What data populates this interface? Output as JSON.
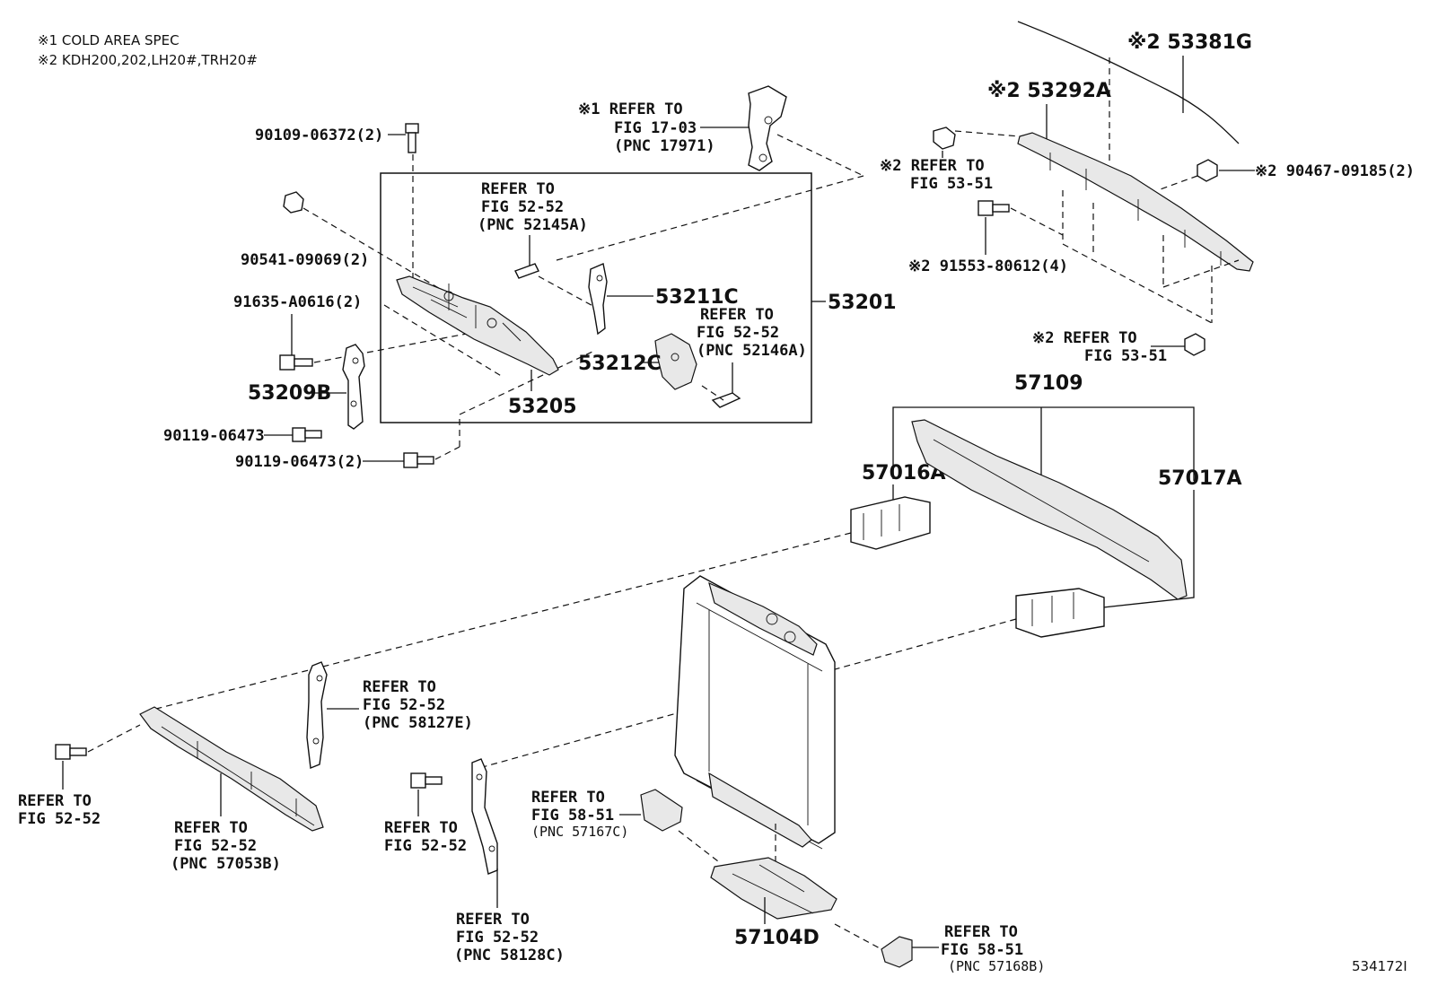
{
  "notes": {
    "n1": "※1  COLD AREA SPEC",
    "n2": "※2  KDH200,202,LH20#,TRH20#"
  },
  "labels": {
    "bolt_90109": "90109-06372(2)",
    "refer_17_03_a": "※1 REFER TO",
    "refer_17_03_b": "FIG 17-03",
    "refer_17_03_c": "(PNC 17971)",
    "refer_52145_a": "REFER TO",
    "refer_52145_b": "FIG 52-52",
    "refer_52145_c": "(PNC 52145A)",
    "nut_90541": "90541-09069(2)",
    "p53211c": "53211C",
    "p53201": "53201",
    "refer_52146_a": "REFER TO",
    "refer_52146_b": "FIG 52-52",
    "refer_52146_c": "(PNC 52146A)",
    "bolt_91635": "91635-A0616(2)",
    "p53212c": "53212C",
    "p53209b": "53209B",
    "p53205": "53205",
    "bolt_90119_a": "90119-06473",
    "bolt_90119_b": "90119-06473(2)",
    "p53381g": "※2 53381G",
    "p53292a": "※2 53292A",
    "refer_53_51_a1": "※2 REFER TO",
    "refer_53_51_a2": "FIG 53-51",
    "clip_90467": "※2 90467-09185(2)",
    "bolt_91553": "※2 91553-80612(4)",
    "refer_53_51_b1": "※2 REFER TO",
    "refer_53_51_b2": "FIG 53-51",
    "p57109": "57109",
    "p57016a": "57016A",
    "p57017a": "57017A",
    "refer_58127_a": "REFER TO",
    "refer_58127_b": "FIG 52-52",
    "refer_58127_c": "(PNC 58127E)",
    "refer_bolt_l_a": "REFER TO",
    "refer_bolt_l_b": "FIG 52-52",
    "refer_57053_a": "REFER TO",
    "refer_57053_b": "FIG 52-52",
    "refer_57053_c": "(PNC 57053B)",
    "refer_bolt_m_a": "REFER TO",
    "refer_bolt_m_b": "FIG 52-52",
    "refer_57167_a": "REFER TO",
    "refer_57167_b": "FIG 58-51",
    "refer_57167_c": "(PNC 57167C)",
    "p57104d": "57104D",
    "refer_58128_a": "REFER TO",
    "refer_58128_b": "FIG 52-52",
    "refer_58128_c": "(PNC 58128C)",
    "refer_57168_a": "REFER TO",
    "refer_57168_b": "FIG 58-51",
    "refer_57168_c": "(PNC 57168B)",
    "figure_id": "534172I"
  }
}
